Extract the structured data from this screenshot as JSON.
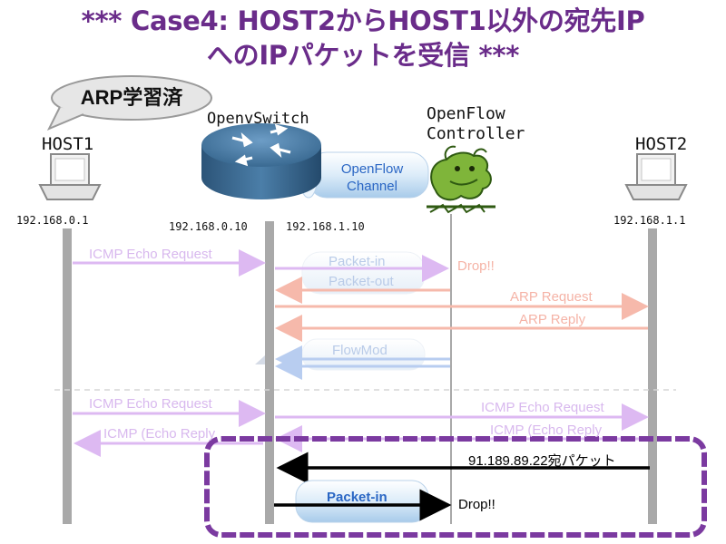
{
  "title": {
    "line1": "*** Case4: HOST2からHOST1以外の宛先IP",
    "line2": "へのIPパケットを受信 ***"
  },
  "callout": {
    "text": "ARP学習済"
  },
  "nodes": {
    "host1": {
      "label": "HOST1",
      "ip": "192.168.0.1"
    },
    "switch": {
      "label": "OpenvSwitch",
      "ip_left": "192.168.0.10",
      "ip_right": "192.168.1.10"
    },
    "controller": {
      "label_line1": "OpenFlow",
      "label_line2": "Controller"
    },
    "channel": {
      "line1": "OpenFlow",
      "line2": "Channel"
    },
    "host2": {
      "label": "HOST2",
      "ip": "192.168.1.1"
    }
  },
  "previous_flow": {
    "icmp_request_1": "ICMP  Echo Request",
    "packet_in": "Packet-in",
    "packet_out": "Packet-out",
    "drop": "Drop!!",
    "arp_request": "ARP Request",
    "arp_reply": "ARP Reply",
    "flowmod": "FlowMod",
    "icmp_request_2_left": "ICMP  Echo Request",
    "icmp_request_2_right": "ICMP  Echo Request",
    "icmp_reply_left": "ICMP  (Echo Reply",
    "icmp_reply_right": "ICMP  (Echo Reply"
  },
  "current_flow": {
    "packet_label": "91.189.89.22宛パケット",
    "packet_in": "Packet-in",
    "drop": "Drop!!"
  },
  "colors": {
    "title": "#6a2c8a",
    "highlight_border": "#7b3aa0",
    "lifeline": "#a9a9a9",
    "router": "#3d6f99",
    "pill_blue": "#2a66c4"
  }
}
